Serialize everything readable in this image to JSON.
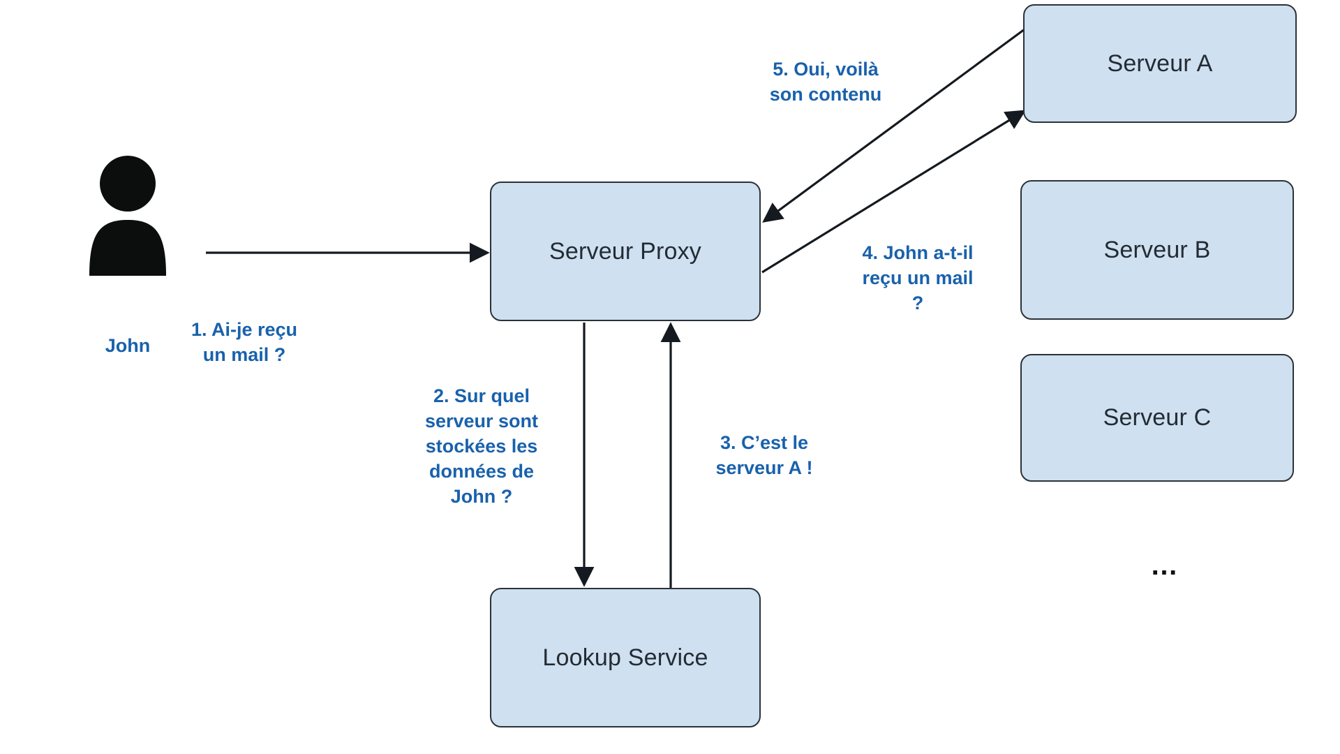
{
  "diagram": {
    "title": "Proxy / Lookup Service mail retrieval flow",
    "colors": {
      "node_fill": "#cfe0f0",
      "node_stroke": "#2b3238",
      "label_blue": "#1961ac",
      "node_text": "#232b33",
      "background": "#ffffff",
      "person_fill": "#0b0e0c"
    },
    "actor": {
      "icon": "person-icon",
      "label": "John"
    },
    "nodes": [
      {
        "id": "proxy",
        "label": "Serveur Proxy"
      },
      {
        "id": "lookup",
        "label": "Lookup Service"
      },
      {
        "id": "srvA",
        "label": "Serveur A"
      },
      {
        "id": "srvB",
        "label": "Serveur B"
      },
      {
        "id": "srvC",
        "label": "Serveur C"
      }
    ],
    "more_servers_indicator": "…",
    "steps": [
      {
        "n": "1",
        "text": "1. Ai-je reçu\nun mail ?"
      },
      {
        "n": "2",
        "text": "2. Sur quel\nserveur sont\nstockées les\ndonnées de\nJohn ?"
      },
      {
        "n": "3",
        "text": "3. C’est le\nserveur A !"
      },
      {
        "n": "4",
        "text": "4. John a-t-il\nreçu un mail\n?"
      },
      {
        "n": "5",
        "text": "5. Oui, voilà\nson contenu"
      }
    ],
    "edges": [
      {
        "id": "e1",
        "from": "John",
        "to": "proxy",
        "step": "1"
      },
      {
        "id": "e2",
        "from": "proxy",
        "to": "lookup",
        "step": "2"
      },
      {
        "id": "e3",
        "from": "lookup",
        "to": "proxy",
        "step": "3"
      },
      {
        "id": "e4",
        "from": "proxy",
        "to": "srvA",
        "step": "4"
      },
      {
        "id": "e5",
        "from": "srvA",
        "to": "proxy",
        "step": "5"
      }
    ]
  }
}
